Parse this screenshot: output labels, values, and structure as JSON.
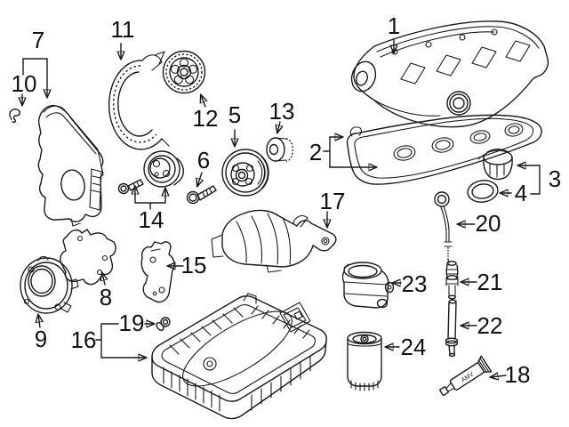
{
  "diagram": {
    "background_color": "#ffffff",
    "line_color": "#1a1a1a",
    "label_color": "#111111"
  },
  "callouts": [
    {
      "num": "1"
    },
    {
      "num": "2"
    },
    {
      "num": "3"
    },
    {
      "num": "4"
    },
    {
      "num": "5"
    },
    {
      "num": "6"
    },
    {
      "num": "7"
    },
    {
      "num": "8"
    },
    {
      "num": "9"
    },
    {
      "num": "10"
    },
    {
      "num": "11"
    },
    {
      "num": "12"
    },
    {
      "num": "13"
    },
    {
      "num": "14"
    },
    {
      "num": "15"
    },
    {
      "num": "16"
    },
    {
      "num": "17"
    },
    {
      "num": "18"
    },
    {
      "num": "19"
    },
    {
      "num": "20"
    },
    {
      "num": "21"
    },
    {
      "num": "22"
    },
    {
      "num": "23"
    },
    {
      "num": "24"
    }
  ],
  "sealant_tube_text": "AMV"
}
